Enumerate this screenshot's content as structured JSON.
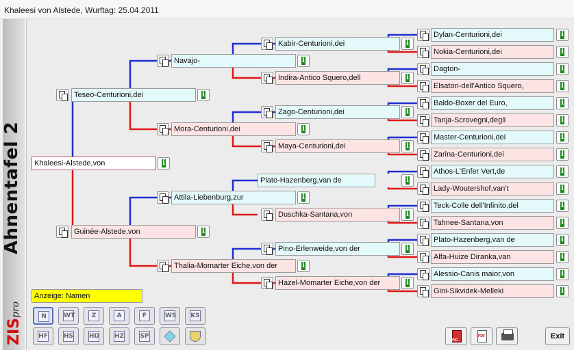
{
  "window": {
    "title": "Khaleesi von Alstede, Wurftag: 25.04.2011"
  },
  "sidebar": {
    "title": "Ahnentafel 2",
    "logo_main": "ZIS",
    "logo_suffix": "pro"
  },
  "pedigree": {
    "subject": "Khaleesi-Alstede,von",
    "sire": "Teseo-Centurioni,dei",
    "dam": "Guinée-Alstede,von",
    "sire_sire": "Navajo-",
    "sire_dam": "Mora-Centurioni,dei",
    "dam_sire": "Attila-Liebenburg,zur",
    "dam_dam": "Thalia-Momarter Eiche,von der",
    "gen3": [
      "Kabir-Centurioni,dei",
      "Indira-Antico Squero,dell",
      "Zago-Centurioni,dei",
      "Maya-Centurioni,dei",
      "Plato-Hazenberg,van de",
      "Duschka-Santana,von",
      "Pino-Erlenweide,von der",
      "Hazel-Momarter Eiche,von der"
    ],
    "gen4": [
      "Dylan-Centurioni,dei",
      "Nokia-Centurioni,dei",
      "Dagton-",
      "Elsaton-dell'Antico Squero,",
      "Baldo-Boxer del Euro,",
      "Tanja-Scrovegni,degli",
      "Master-Centurioni,dei",
      "Zarina-Centurioni,dei",
      "Athos-L'Enfer Vert,de",
      "Lady-Woutershof,van't",
      "Teck-Colle dell'Infinito,del",
      "Tahnee-Santana,von",
      "Plato-Hazenberg,van de",
      "Alfa-Huize Diranka,van",
      "Alessio-Canis maior,von",
      "Gini-Sikvidek-Melleki"
    ]
  },
  "display": {
    "label": "Anzeige: Namen"
  },
  "view_buttons_row1": [
    "N",
    "WT",
    "Z",
    "A",
    "F",
    "WS",
    "KS"
  ],
  "view_buttons_row2": [
    "HF",
    "HS",
    "HD",
    "HZ",
    "SP",
    "",
    ""
  ],
  "toolbar": {
    "pic_icon": "picture-export-icon",
    "pdf_icon": "pdf-icon",
    "print_icon": "printer-icon",
    "exit_label": "Exit"
  },
  "colors": {
    "male_line": "#1f2fd0",
    "female_line": "#e01818",
    "male_bg": "#e4f9f9",
    "female_bg": "#fde4e4",
    "display_bg": "#ffff00"
  },
  "info_symbol": "i"
}
